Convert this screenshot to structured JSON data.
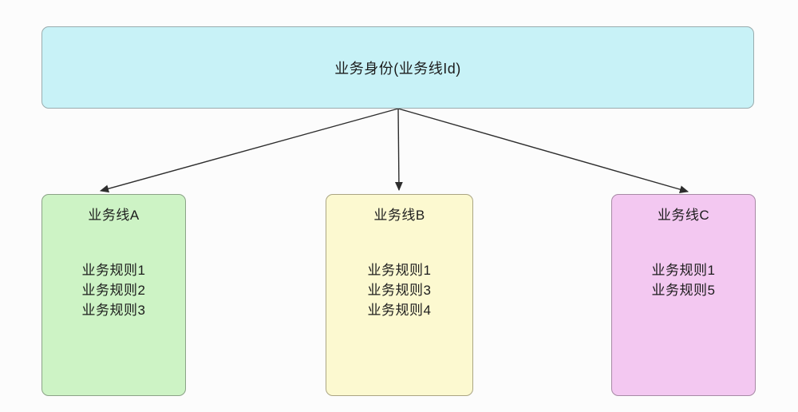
{
  "diagram": {
    "root": {
      "title": "业务身份(业务线Id)",
      "fill": "#c8f2f7",
      "border": "#9aacae"
    },
    "branches": [
      {
        "title": "业务线A",
        "fill": "#cdf3c5",
        "border": "#8ba287",
        "rules": [
          "业务规则1",
          "业务规则2",
          "业务规则3"
        ]
      },
      {
        "title": "业务线B",
        "fill": "#fcf9d0",
        "border": "#aaa583",
        "rules": [
          "业务规则1",
          "业务规则3",
          "业务规则4"
        ]
      },
      {
        "title": "业务线C",
        "fill": "#f3c8f1",
        "border": "#a78aa5",
        "rules": [
          "业务规则1",
          "业务规则5"
        ]
      }
    ],
    "arrow_color": "#2d2d2d"
  }
}
